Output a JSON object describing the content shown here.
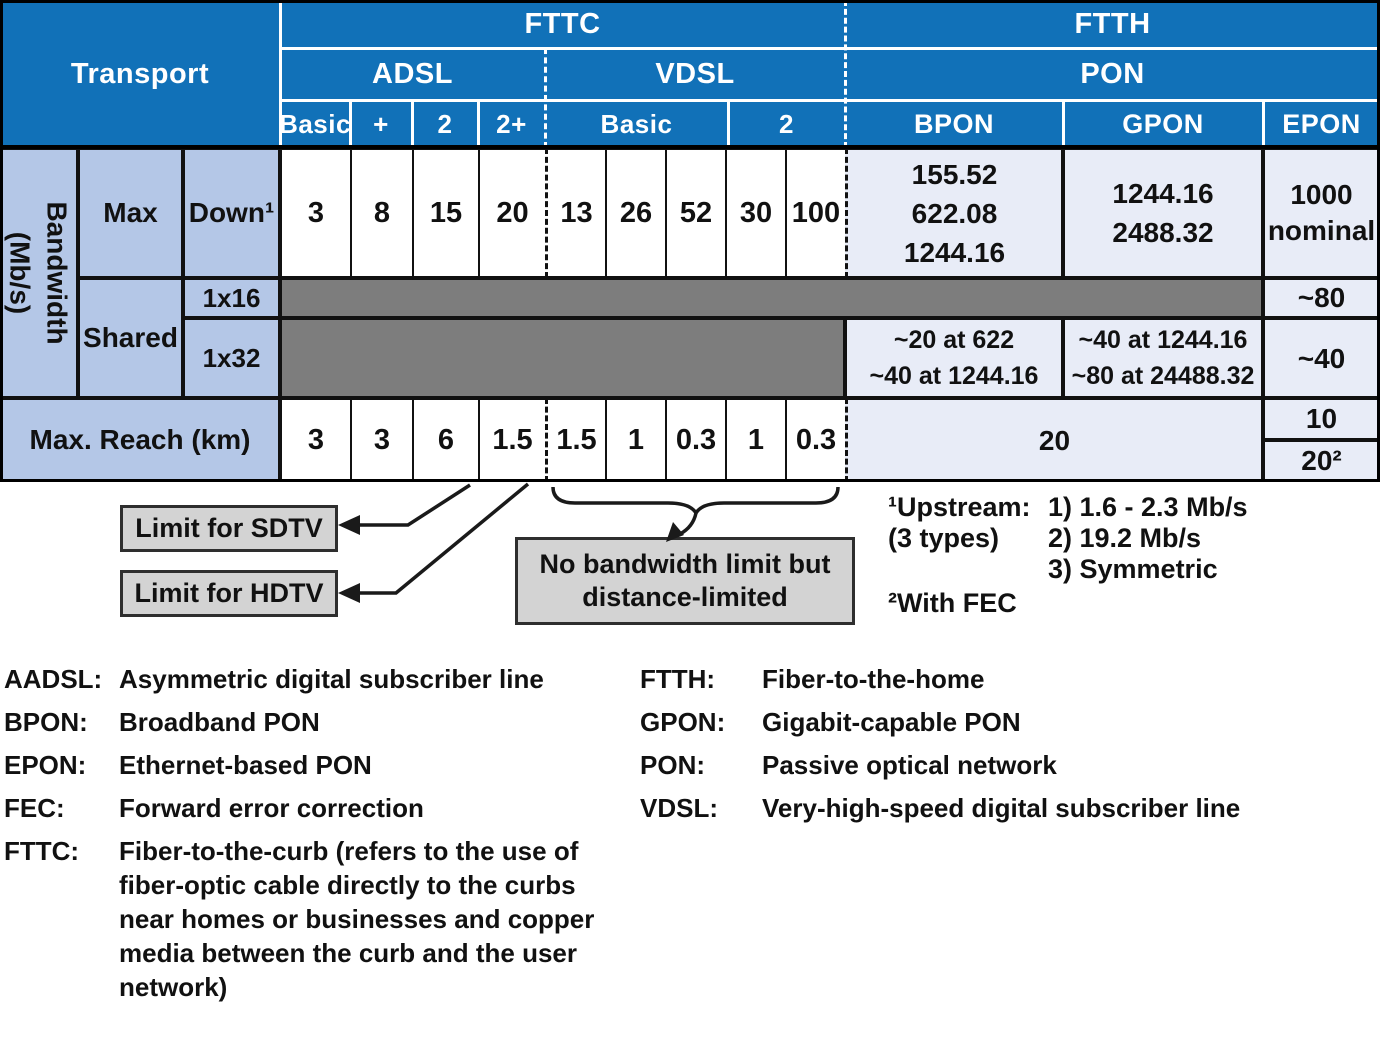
{
  "colors": {
    "header_blue": "#1171b8",
    "label_blue": "#b4c7e7",
    "pon_tint": "#e8ecf7",
    "bar_gray": "#7d7d7d",
    "callout_gray": "#d3d3d3"
  },
  "table": {
    "corner": "Transport",
    "top_groups": [
      {
        "label": "FTTC"
      },
      {
        "label": "FTTH"
      }
    ],
    "families": [
      {
        "label": "ADSL"
      },
      {
        "label": "VDSL"
      },
      {
        "label": "PON"
      }
    ],
    "adsl_variants": [
      "Basic",
      "+",
      "2",
      "2+"
    ],
    "vdsl_variants": [
      "Basic",
      "2"
    ],
    "pon_variants": [
      "BPON",
      "GPON",
      "EPON"
    ],
    "row_labels": {
      "bandwidth": "Bandwidth\n(Mb/s)",
      "max": "Max",
      "down": "Down¹",
      "shared": "Shared",
      "split16": "1x16",
      "split32": "1x32",
      "reach": "Max. Reach (km)"
    },
    "max_down": {
      "adsl": [
        "3",
        "8",
        "15",
        "20"
      ],
      "vdsl": [
        "13",
        "26",
        "52",
        "30",
        "100"
      ],
      "bpon": "155.52\n622.08\n1244.16",
      "gpon": "1244.16\n2488.32",
      "epon": "1000\nnominal"
    },
    "shared_16": {
      "epon": "~80"
    },
    "shared_32": {
      "bpon": "~20 at 622\n~40 at 1244.16",
      "gpon": "~40 at 1244.16\n~80 at 24488.32",
      "epon": "~40"
    },
    "reach": {
      "adsl": [
        "3",
        "3",
        "6",
        "1.5"
      ],
      "vdsl": [
        "1.5",
        "1",
        "0.3",
        "1",
        "0.3"
      ],
      "pon": "20",
      "epon_top": "10",
      "epon_bottom": "20²"
    }
  },
  "callouts": {
    "sdtv": "Limit for SDTV",
    "hdtv": "Limit for HDTV",
    "no_bandwidth": "No bandwidth limit but\ndistance-limited"
  },
  "footnotes": {
    "upstream_label": "¹Upstream:\n(3 types)",
    "upstream_items": "1) 1.6 - 2.3 Mb/s\n2) 19.2 Mb/s\n3) Symmetric",
    "fec": "²With FEC"
  },
  "glossary": {
    "left": [
      {
        "term": "AADSL:",
        "def": "Asymmetric digital subscriber line"
      },
      {
        "term": "BPON:",
        "def": "Broadband PON"
      },
      {
        "term": "EPON:",
        "def": "Ethernet-based PON"
      },
      {
        "term": "FEC:",
        "def": "Forward error correction"
      },
      {
        "term": "FTTC:",
        "def": "Fiber-to-the-curb (refers to the use of fiber-optic cable directly to the curbs near homes or businesses and copper media between the curb and the user network)"
      }
    ],
    "right": [
      {
        "term": "FTTH:",
        "def": "Fiber-to-the-home"
      },
      {
        "term": "GPON:",
        "def": "Gigabit-capable PON"
      },
      {
        "term": "PON:",
        "def": "Passive optical network"
      },
      {
        "term": "VDSL:",
        "def": "Very-high-speed digital subscriber line"
      }
    ]
  }
}
